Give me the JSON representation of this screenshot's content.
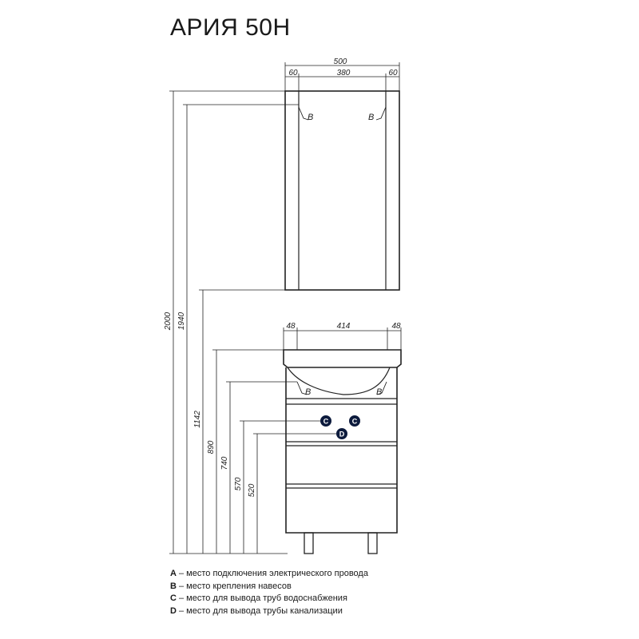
{
  "title": "АРИЯ 50Н",
  "dimensions": {
    "cabinet_total": "500",
    "cabinet_side_left": "60",
    "cabinet_inner": "380",
    "cabinet_side_right": "60",
    "vanity_side_left": "48",
    "vanity_inner": "414",
    "vanity_side_right": "48",
    "h_2000": "2000",
    "h_1940": "1940",
    "h_1142": "1142",
    "h_890": "890",
    "h_740": "740",
    "h_570": "570",
    "h_520": "520"
  },
  "markers": {
    "b": "B",
    "c": "C",
    "d": "D"
  },
  "legend": [
    {
      "key": "A",
      "text": " – место подключения электрического провода"
    },
    {
      "key": "B",
      "text": " – место крепления навесов"
    },
    {
      "key": "C",
      "text": " – место для вывода труб водоснабжения"
    },
    {
      "key": "D",
      "text": " – место для вывода трубы канализации"
    }
  ]
}
